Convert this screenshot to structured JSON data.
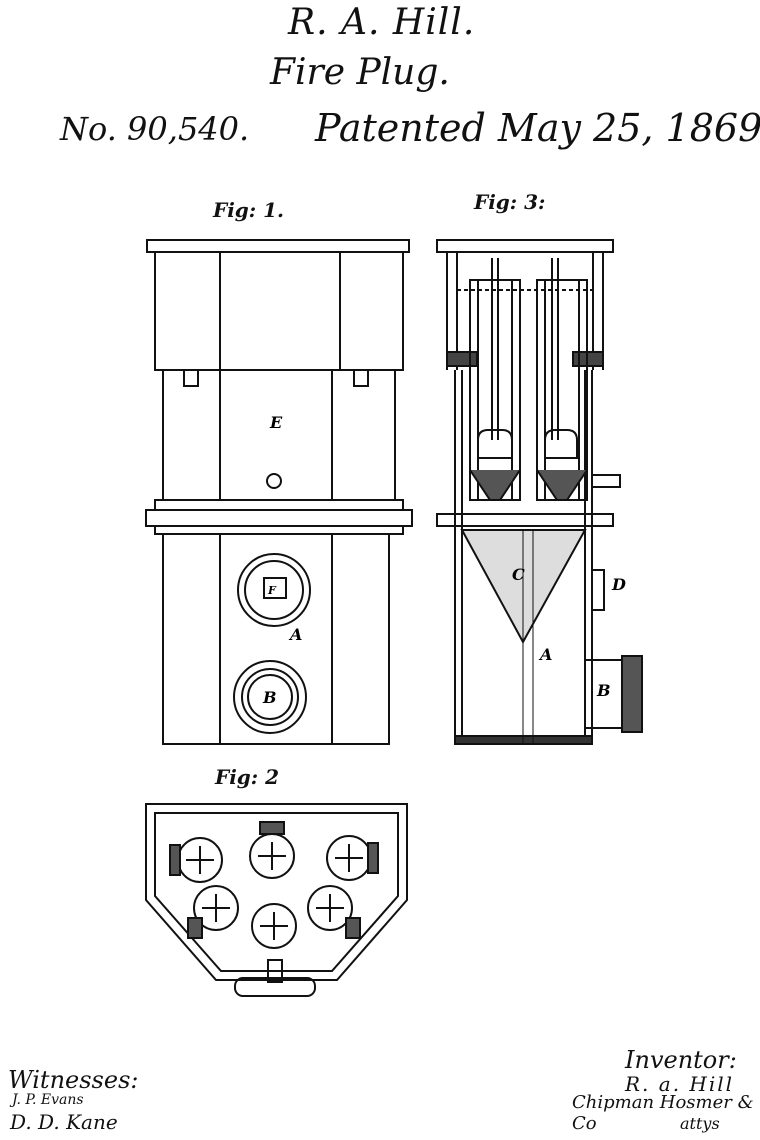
{
  "header": {
    "inventor_name": "R. A. Hill.",
    "title": "Fire Plug.",
    "patent_number": "No. 90,540.",
    "patented": "Patented May 25, 1869."
  },
  "figures": {
    "fig1": "Fig: 1.",
    "fig2": "Fig: 2",
    "fig3": "Fig: 3:"
  },
  "part_labels": {
    "E": "E",
    "A": "A",
    "B": "B",
    "F": "F",
    "C": "C",
    "D": "D"
  },
  "witnesses": {
    "title": "Witnesses:",
    "names": [
      "J. P. Evans",
      "D. D. Kane"
    ]
  },
  "inventor": {
    "title": "Inventor:",
    "signature": "R. a. Hill",
    "attorneys": "Chipman Hosmer & Co",
    "attorneys_suffix": "attys"
  }
}
